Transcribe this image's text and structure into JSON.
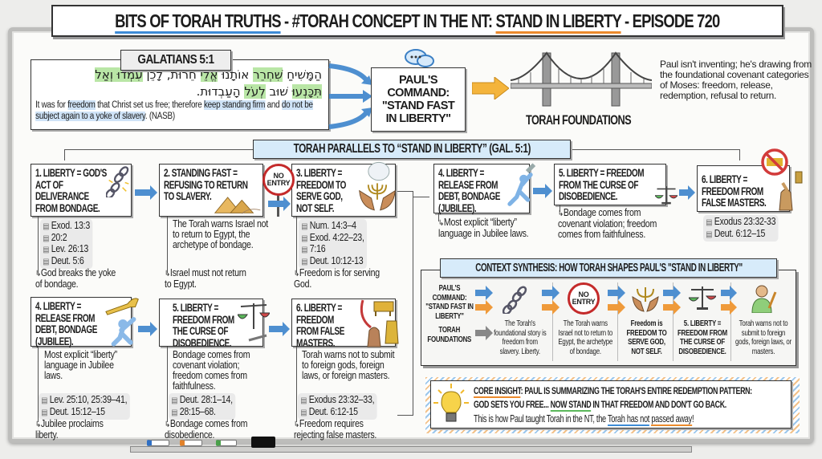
{
  "title": {
    "part1": "BITS OF TORAH TRUTHS",
    "part2": " - #TORAH CONCEPT IN THE NT: ",
    "part3": "STAND IN LIBERTY",
    "part4": " - EPISODE 720"
  },
  "verse": {
    "label": "GALATIANS 5:1",
    "hebrew": [
      "הַמָּשִׁיחַ ",
      "שִׁחְרֵר",
      " אוֹתָנוּ ",
      "אֱלֵי",
      " חֵרוּת, לָכֵן ",
      "עִמְדוּ וְאַל",
      "תִּכָּנְעוּ",
      " שׁוּב ",
      "לְעֹל",
      " הָעַבְדוּת."
    ],
    "english": [
      "It was for ",
      "freedom",
      " that Christ set us free; therefore ",
      "keep standing firm",
      " and ",
      "do not be subject again to a yoke of slavery",
      ". (NASB)"
    ]
  },
  "command": {
    "label": "PAUL'S COMMAND: \"STAND FAST IN LIBERTY\""
  },
  "foundations": {
    "label": "TORAH FOUNDATIONS",
    "note": "Paul isn't inventing; he's drawing from the foundational covenant categories of Moses: freedom, release, redemption, refusal to return."
  },
  "parallels_title": "TORAH PARALLELS TO “STAND IN LIBERTY” (GAL. 5:1)",
  "row1": [
    {
      "title": "1. LIBERTY = GOD'S ACT OF DELIVERANCE FROM BONDAGE.",
      "refs": [
        "Exod. 13:3",
        "20:2",
        "Lev. 26:13",
        "Deut. 5:6"
      ],
      "caption": "God breaks the yoke of bondage."
    },
    {
      "title": "2. STANDING FAST = REFUSING TO RETURN TO SLAVERY.",
      "text": "The Torah warns Israel not to return to Egypt, the archetype of bondage.",
      "caption": "Israel must not return to Egypt.",
      "sign": "NO ENTRY"
    },
    {
      "title": "3. LIBERTY = FREEDOM TO SERVE GOD, NOT SELF.",
      "refs": [
        "Num. 14:3–4",
        "Exod. 4:22–23,",
        "7:16",
        "Deut. 10:12-13"
      ],
      "caption": "Freedom is for serving God."
    },
    {
      "title": "4. LIBERTY = RELEASE FROM DEBT, BONDAGE (JUBILEE).",
      "caption": "Most explicit “liberty” language in Jubilee laws."
    },
    {
      "title": "5. LIBERTY = FREEDOM FROM THE CURSE OF DISOBEDIENCE.",
      "caption": "Bondage comes from covenant violation; freedom comes from faithfulness."
    },
    {
      "title": "6. LIBERTY = FREEDOM FROM FALSE MASTERS.",
      "refs": [
        "Exodus 23:32-33",
        "Deut. 6:12–15"
      ]
    }
  ],
  "row2": [
    {
      "title": "4. LIBERTY = RELEASE FROM DEBT, BONDAGE (JUBILEE).",
      "text": "Most explicit “liberty” language in Jubilee laws.",
      "refs": [
        "Lev. 25:10, 25:39–41,",
        "Deut. 15:12–15"
      ],
      "caption": "Jubilee proclaims liberty."
    },
    {
      "title": "5. LIBERTY = FREEDOM FROM THE CURSE OF DISOBEDIENCE.",
      "text": "Bondage comes from covenant violation; freedom comes from faithfulness.",
      "refs": [
        "Deut. 28:1–14,",
        "28:15–68."
      ],
      "caption": "Bondage comes from disobedience."
    },
    {
      "title": "6. LIBERTY = FREEDOM FROM FALSE MASTERS.",
      "text": "Torah warns not to submit to foreign gods, foreign laws, or foreign masters.",
      "refs": [
        "Exodus 23:32–33,",
        "Deut. 6:12-15"
      ],
      "caption": "Freedom requires rejecting false masters."
    }
  ],
  "synthesis": {
    "title": "CONTEXT SYNTHESIS: HOW TORAH SHAPES PAUL'S \"STAND IN LIBERTY\"",
    "left_top": "PAUL'S COMMAND: \"STAND FAST IN LIBERTY\"",
    "left_bottom": "TORAH FOUNDATIONS",
    "sign": "NO ENTRY",
    "cols": [
      "The Torah's foundational story is freedom from slavery. Liberty.",
      "The Torah warns Israel not to return to Egypt, the archetype of bondage.",
      "Freedom is FREEDOM TO SERVE GOD, NOT SELF.",
      "5. LIBERTY = FREEDOM FROM THE CURSE OF DISOBEDIENCE.",
      "Torah warns not to submit to foreign gods, foreign laws, or masters."
    ]
  },
  "insight": {
    "label": "CORE INSIGHT",
    "line1": ": PAUL IS SUMMARIZING THE TORAH'S ENTIRE REDEMPTION PATTERN:",
    "line2a": "GOD SETS YOU FREE... ",
    "line2b": "NOW STAND",
    "line2c": " IN THAT FREEDOM AND DON'T GO BACK.",
    "line3a": "This is how Paul taught Torah in the NT, the ",
    "line3b": "Torah has not",
    "line3c": " ",
    "line3d": "passed away",
    "line3e": "!"
  },
  "colors": {
    "blue": "#4e8fd0",
    "orange": "#ef9a3a",
    "green": "#5bb85b",
    "highlight_green": "#b9e6a6",
    "highlight_blue": "#cfe3f7"
  }
}
